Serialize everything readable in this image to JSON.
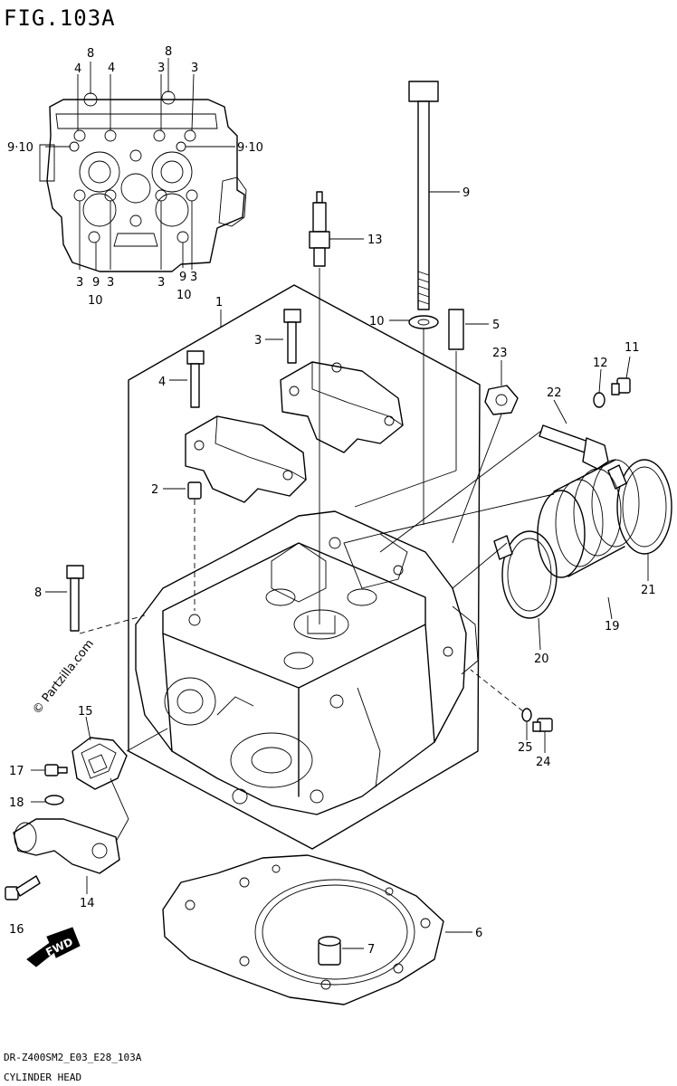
{
  "figure_title": "FIG.103A",
  "watermark": "© Partzilla.com",
  "footer": {
    "model_code": "DR-Z400SM2_E03_E28_103A",
    "caption": "CYLINDER HEAD"
  },
  "forward_arrow": {
    "number": "16",
    "text": "FWD"
  },
  "inset_labels": {
    "top_8": "8",
    "top_4_left": "4",
    "top_4_right": "4",
    "top_3_a": "3",
    "top_8_b": "8",
    "top_3_b": "3",
    "left_910": "9·10",
    "right_910": "9·10",
    "bot_3_a": "3",
    "bot_9_a": "9",
    "bot_3_b": "3",
    "bot_10_a": "10",
    "bot_3_c": "3",
    "bot_9_b": "9",
    "bot_3_d": "3",
    "bot_10_b": "10"
  },
  "part_labels": {
    "p1": "1",
    "p2": "2",
    "p3": "3",
    "p4": "4",
    "p5": "5",
    "p6": "6",
    "p7": "7",
    "p8": "8",
    "p9": "9",
    "p10": "10",
    "p11": "11",
    "p12": "12",
    "p13": "13",
    "p14": "14",
    "p15": "15",
    "p17": "17",
    "p18": "18",
    "p19": "19",
    "p20": "20",
    "p21": "21",
    "p22": "22",
    "p23": "23",
    "p24": "24",
    "p25": "25"
  }
}
